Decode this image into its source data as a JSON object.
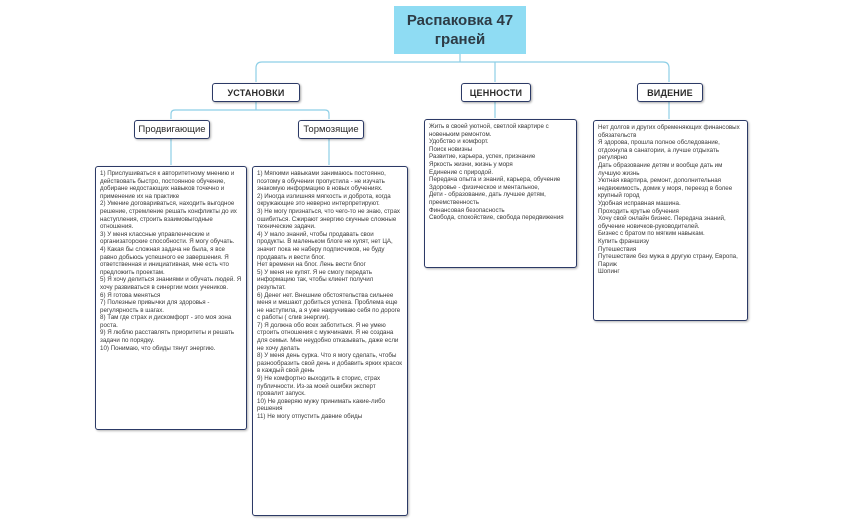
{
  "root": {
    "title": "Распаковка 47 граней"
  },
  "categories": {
    "ustanovki": "УСТАНОВКИ",
    "cennosti": "ЦЕННОСТИ",
    "videnie": "ВИДЕНИЕ"
  },
  "subcategories": {
    "prodvigayushchie": "Продвигающие",
    "tormozyashchie": "Тормозящие"
  },
  "prodvigayushchie_items": [
    "1) Прислушиваться к авторитетному мнению и действовать быстро, постоянное обучение, добиране недостающих навыков точечно и применение их на практике",
    "2) Умение договариваться, находить выгодное решение, стремление решать конфликты до их наступления, строить взаимовыгодные отношения.",
    "3) У меня классные управленческие и организаторские способности. Я могу обучать.",
    "4) Какая бы сложная задача не была, я все равно добьюсь успешного ее завершения. Я ответственная и инициативная, мне есть что предложить проектам.",
    "5) Я хочу делиться знаниями и обучать людей. Я хочу развиваться в синергии моих учеников.",
    "6) Я готова меняться",
    "7) Полезные привычки для здоровья - регулярность в шагах.",
    "8) Там где страх и дискомфорт - это моя зона роста.",
    "9) Я люблю расставлять приоритеты и решать задачи по порядку.",
    "10) Понимаю, что обиды тянут энергию."
  ],
  "tormozyashchie_items": [
    "1) Мягкими навыками занимаюсь постоянно, поэтому в обучении пропустила - не изучать знакомую информацию в новых обучениях.",
    "2) Иногда излишняя мягкость и доброта, когда окружающие это неверно интерпретируют.",
    "3) Не могу признаться, что чего-то не знаю, страх ошибиться. Сжирают энергию скучные сложные технические задачи.",
    "4) У мало знаний, чтобы продавать свои продукты. В маленьком блоге не купят, нет ЦА, значит пока не наберу подписчиков, не буду продавать и вести блог.",
    "Нет времени на блог. Лень вести блог",
    "5) У меня не купят. Я не смогу передать информацию так, чтобы клиент получил результат.",
    "6) Денег нет. Внешние обстоятельства сильнее меня и мешают добиться успеха. Проблема еще не наступила, а я уже накручиваю себя по дороге с работы ( слив энергии).",
    "7) Я должна обо всех заботиться. Я не умею строить отношения с мужчинами. Я не создана для семьи. Мне неудобно отказывать, даже если не хочу делать",
    "8) У меня день сурка. Что я могу сделать, чтобы разнообразить свой день и добавить ярких красок в каждый свой день",
    "9) Не комфортно выходить в сторис, страх публичности. Из-за моей ошибки эксперт провалит запуск.",
    "10) Не доверяю мужу принимать какие-либо решения",
    "11) Не могу отпустить давние обиды"
  ],
  "cennosti_items": [
    "Жить в своей уютной, светлой квартире с новеньким ремонтом.",
    "Удобство и комфорт.",
    "Поиск новизны",
    "Развитие, карьера, успех, признание",
    "Яркость жизни, жизнь у моря",
    "Единение с природой.",
    "Передача опыта и знаний, карьера, обучение",
    "Здоровье - физическое и ментальное,",
    "Дети - образование, дать лучшее детям, преемственность",
    "Финансовая безопасность",
    "Свобода, спокойствие, свобода передвижения"
  ],
  "videnie_items": [
    "Нет долгов и других обременяющих финансовых обязательств",
    "Я здорова, прошла полное обследование, отдохнула в санатории, а лучше отдыхать регулярно",
    "Дать образование детям и вообще дать им лучшую жизнь",
    "Уютная квартира, ремонт, дополнительная недвижимость, домик у моря, переезд в более крупный город",
    "Удобная исправная машина.",
    "Проходить крутые обучения",
    "Хочу свой онлайн бизнес. Передача знаний, обучение новичков-руководителей.",
    "Бизнес с братом по мягким навыкам.",
    "Купить франшизу",
    "Путешествия",
    "Путешествие без мужа в другую страну, Европа, Париж",
    "Шопинг"
  ],
  "colors": {
    "root_fill": "#8fdcf3",
    "connector": "#8ecfe6",
    "border": "#2c3a66"
  }
}
